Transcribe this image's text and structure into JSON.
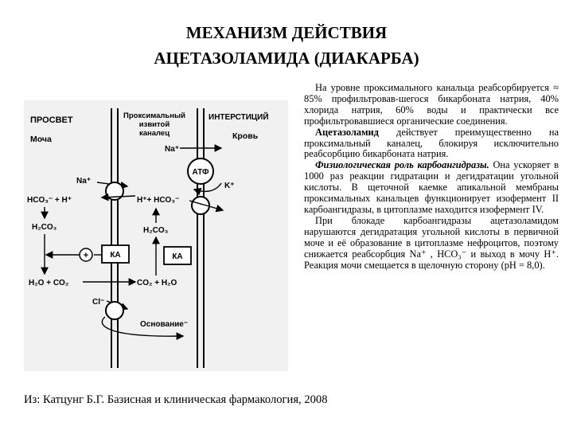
{
  "title": {
    "line1": "МЕХАНИЗМ ДЕЙСТВИЯ",
    "line2": "АЦЕТАЗОЛАМИДА (ДИАКАРБА)"
  },
  "diagram": {
    "lumen": "ПРОСВЕТ",
    "urine": "Моча",
    "cell_line1": "Проксимальный",
    "cell_line2": "извитой",
    "cell_line3": "каналец",
    "interstitium": "ИНТЕРСТИЦИЙ",
    "blood": "Кровь",
    "na_top": "Na⁺",
    "atp": "АТФ",
    "k": "K⁺",
    "na_left": "Na⁺",
    "hco3_h_left": "HCO₃⁻ + H⁺",
    "h_hco3_right": "H⁺+ HCO₃⁻",
    "h2co3_left": "H₂CO₃",
    "h2co3_right": "H₂CO₃",
    "plus": "+",
    "ka_left": "КА",
    "ka_right": "КА",
    "h2o_co2_left": "H₂O + CO₂",
    "co2_h2o_right": "CO₂ + H₂O",
    "cl": "Cl⁻",
    "base": "Основание⁻"
  },
  "text": {
    "p1": "На уровне проксимального канальца реабсорбируется ≈ 85% профильтровав-шегося бикарбоната натрия, 40% хлорида натрия, 60% воды и практически все профильтровавшиеся органические соединения.",
    "p2_bold": "Ацетазоламид",
    "p2_rest": " действует преимущественно на проксимальный каналец, блокируя исключительно реабсорбцию бикарбоната натрия.",
    "p3_ital": "Физиологическая роль карбоангидразы.",
    "p3_rest": " Она ускоряет в 1000 раз реакции гидратации и дегидратации угольной кислоты. В щеточной каемке апикальной мембраны проксимальных канальцев функционирует изофермент II карбоангидразы, в цитоплазме находится изофермент IV.",
    "p4": "При блокаде карбоангидразы ацетазоламидом нарушаются дегидратация угольной кислоты в первичной моче и её образование в цитоплазме нефроцитов, поэтому снижается реабсорбция Na⁺ , HCO₃⁻ и выход в мочу H⁺. Реакция мочи смещается в щелочную сторону (pH = 8,0)."
  },
  "source": "Из: Катцунг Б.Г. Базисная и клиническая фармакология,  2008"
}
